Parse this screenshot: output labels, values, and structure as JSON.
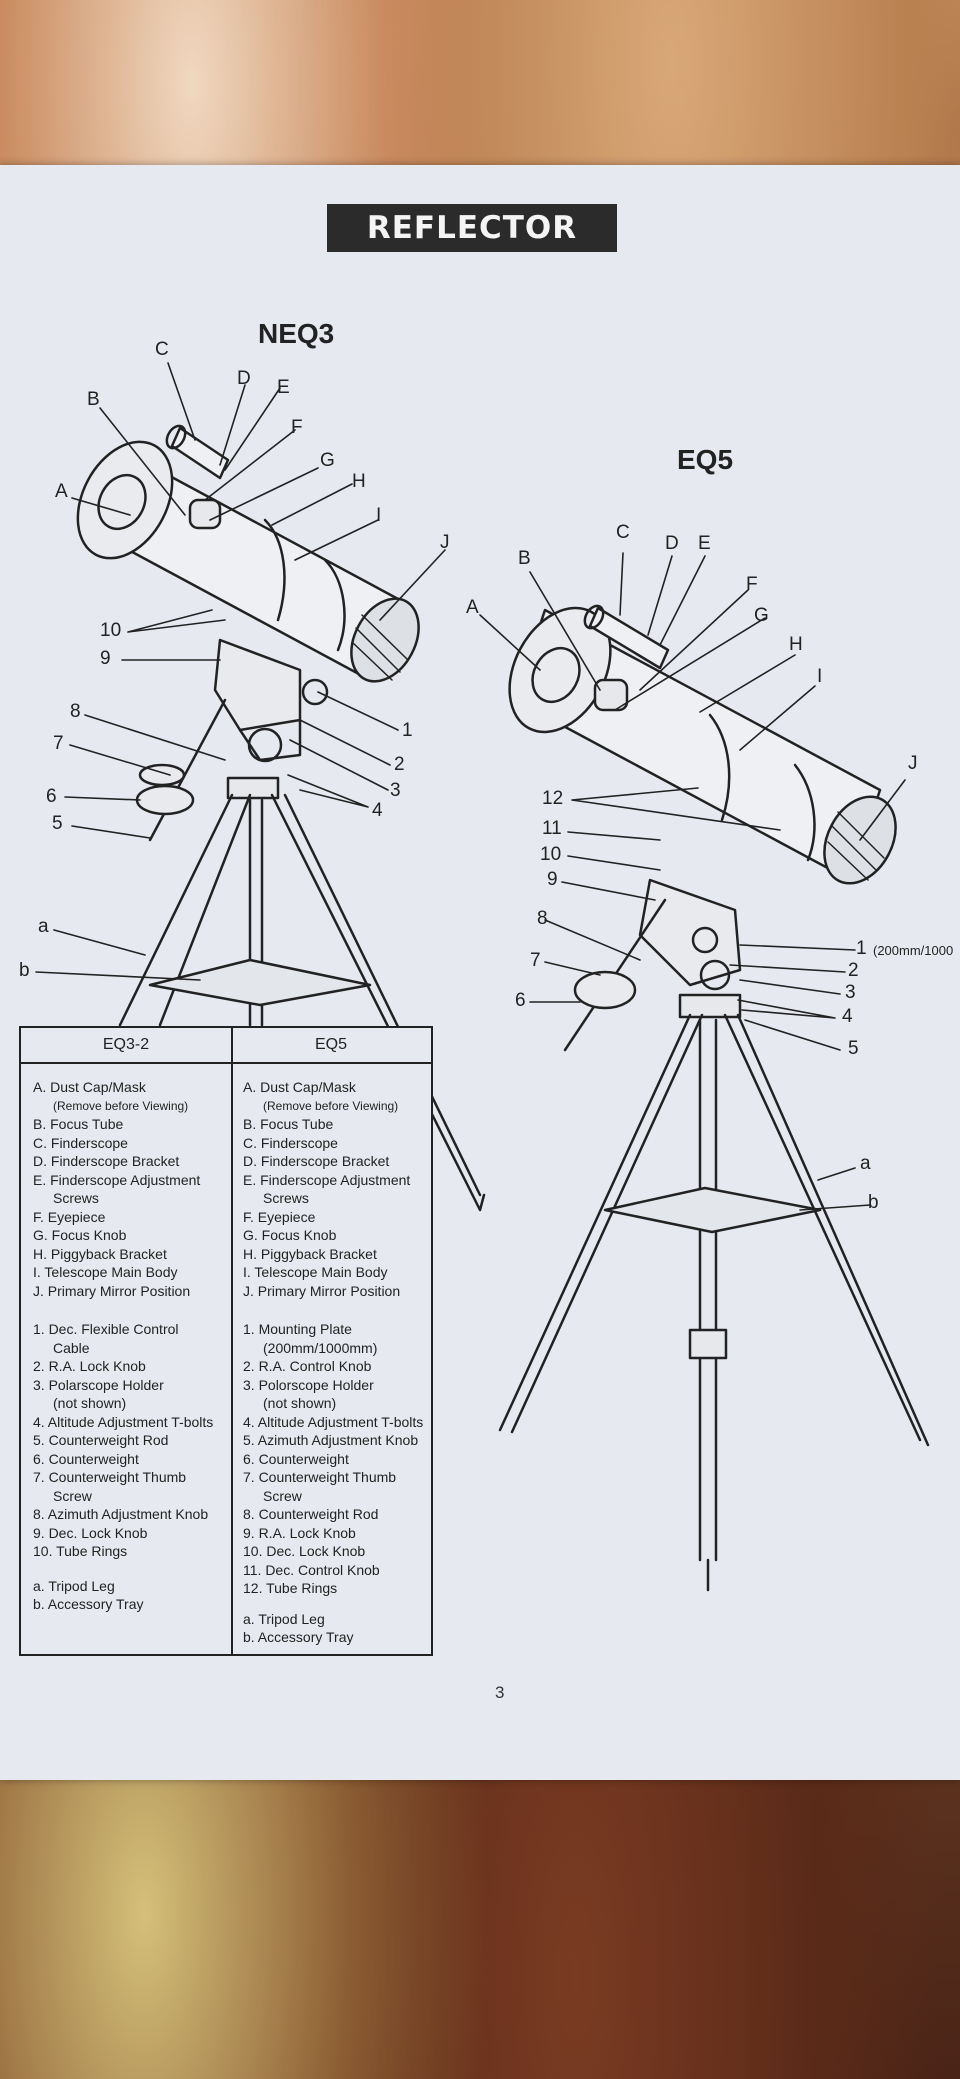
{
  "banner": "REFLECTOR",
  "models": {
    "left": "NEQ3",
    "right": "EQ5"
  },
  "page_number": "3",
  "callouts_left": {
    "A": "A",
    "B": "B",
    "C": "C",
    "D": "D",
    "E": "E",
    "F": "F",
    "G": "G",
    "H": "H",
    "I": "I",
    "J": "J",
    "n1": "1",
    "n2": "2",
    "n3": "3",
    "n4": "4",
    "n5": "5",
    "n6": "6",
    "n7": "7",
    "n8": "8",
    "n9": "9",
    "n10": "10",
    "a": "a",
    "b": "b"
  },
  "callouts_right": {
    "A": "A",
    "B": "B",
    "C": "C",
    "D": "D",
    "E": "E",
    "F": "F",
    "G": "G",
    "H": "H",
    "I": "I",
    "J": "J",
    "n1": "1",
    "n1_note": "(200mm/1000",
    "n2": "2",
    "n3": "3",
    "n4": "4",
    "n5": "5",
    "n6": "6",
    "n7": "7",
    "n8": "8",
    "n9": "9",
    "n10": "10",
    "n11": "11",
    "n12": "12",
    "a": "a",
    "b": "b"
  },
  "legend": {
    "eq32": {
      "header": "EQ3-2",
      "letters": [
        "A. Dust Cap/Mask",
        "B. Focus Tube",
        "C. Finderscope",
        "D. Finderscope Bracket",
        "E. Finderscope Adjustment",
        "F. Eyepiece",
        "G. Focus Knob",
        "H. Piggyback Bracket",
        "I. Telescope Main Body",
        "J. Primary Mirror Position"
      ],
      "letter_notes": {
        "A": "(Remove before Viewing)",
        "E": "Screws"
      },
      "numbers": [
        "1. Dec. Flexible Control",
        "2. R.A. Lock Knob",
        "3. Polarscope Holder",
        "4. Altitude Adjustment T-bolts",
        "5. Counterweight Rod",
        "6. Counterweight",
        "7. Counterweight Thumb",
        "8. Azimuth Adjustment Knob",
        "9. Dec. Lock Knob",
        "10. Tube Rings"
      ],
      "number_notes": {
        "1": "Cable",
        "3": "(not shown)",
        "7": "Screw"
      },
      "tripod": [
        "a. Tripod Leg",
        "b. Accessory Tray"
      ]
    },
    "eq5": {
      "header": "EQ5",
      "letters": [
        "A. Dust Cap/Mask",
        "B. Focus Tube",
        "C. Finderscope",
        "D. Finderscope Bracket",
        "E. Finderscope Adjustment",
        "F. Eyepiece",
        "G. Focus Knob",
        "H. Piggyback Bracket",
        "I. Telescope Main Body",
        "J. Primary Mirror Position"
      ],
      "letter_notes": {
        "A": "(Remove before Viewing)",
        "E": "Screws"
      },
      "numbers": [
        "1. Mounting Plate",
        "2. R.A. Control Knob",
        "3. Polorscope Holder",
        "4. Altitude Adjustment T-bolts",
        "5. Azimuth Adjustment Knob",
        "6. Counterweight",
        "7. Counterweight Thumb",
        "8. Counterweight Rod",
        "9. R.A. Lock Knob",
        "10. Dec. Lock Knob",
        "11. Dec. Control Knob",
        "12. Tube Rings"
      ],
      "number_notes": {
        "1": "(200mm/1000mm)",
        "3": "(not shown)",
        "7": "Screw"
      },
      "tripod": [
        "a. Tripod Leg",
        "b. Accessory Tray"
      ]
    }
  }
}
